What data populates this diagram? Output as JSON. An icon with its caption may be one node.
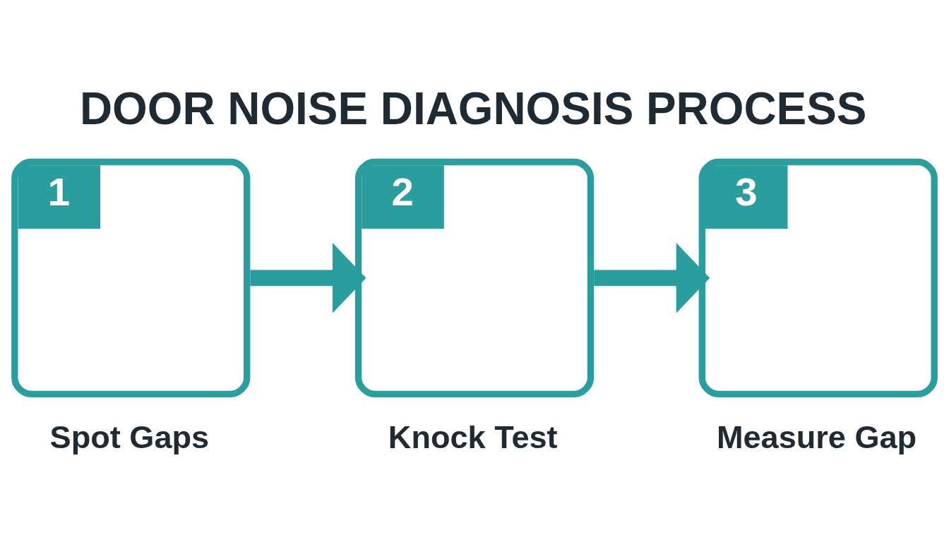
{
  "diagram": {
    "title": "DOOR NOISE DIAGNOSIS PROCESS",
    "nodes": [
      {
        "text": [
          "1"
        ],
        "beside": [
          "Spot Gaps"
        ]
      },
      {
        "text": [
          "2"
        ],
        "beside": [
          "Knock Test"
        ]
      },
      {
        "text": [
          "3"
        ],
        "beside": [
          "Measure Gap"
        ]
      }
    ],
    "edges": [
      {
        "from": 0,
        "to": 1,
        "arrow": "to"
      },
      {
        "from": 1,
        "to": 2,
        "arrow": "to"
      }
    ]
  }
}
